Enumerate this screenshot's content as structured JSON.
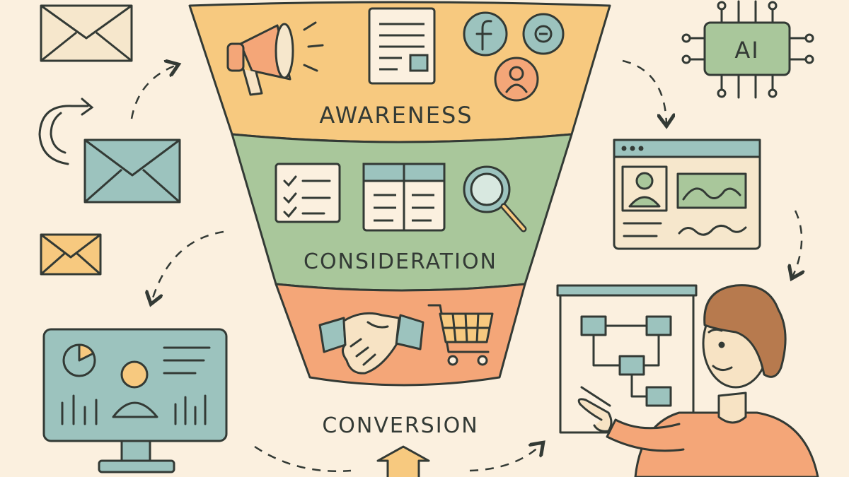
{
  "funnel": {
    "stages": [
      {
        "label": "AWARENESS",
        "color": "#f7c97f"
      },
      {
        "label": "CONSIDERATION",
        "color": "#a9c79b"
      },
      {
        "label": "CONVERSION",
        "color": "#f4a678"
      }
    ]
  },
  "ai_chip": {
    "label": "AI"
  },
  "palette": {
    "background": "#fbf0df",
    "outline": "#333a35",
    "teal": "#9cc3be",
    "sage": "#a9c79b",
    "peach": "#f4a678",
    "mustard": "#f7c97f",
    "cream": "#f6e7cc"
  },
  "icons": [
    "megaphone-icon",
    "document-icon",
    "facebook-icon",
    "instagram-icon",
    "user-icon",
    "checklist-icon",
    "comparison-table-icon",
    "magnifier-icon",
    "handshake-icon",
    "shopping-cart-icon",
    "email-icon",
    "refresh-arrow-icon",
    "ai-chip-icon",
    "browser-profile-icon",
    "analytics-monitor-icon",
    "flowchart-board-icon",
    "presenter-person"
  ]
}
